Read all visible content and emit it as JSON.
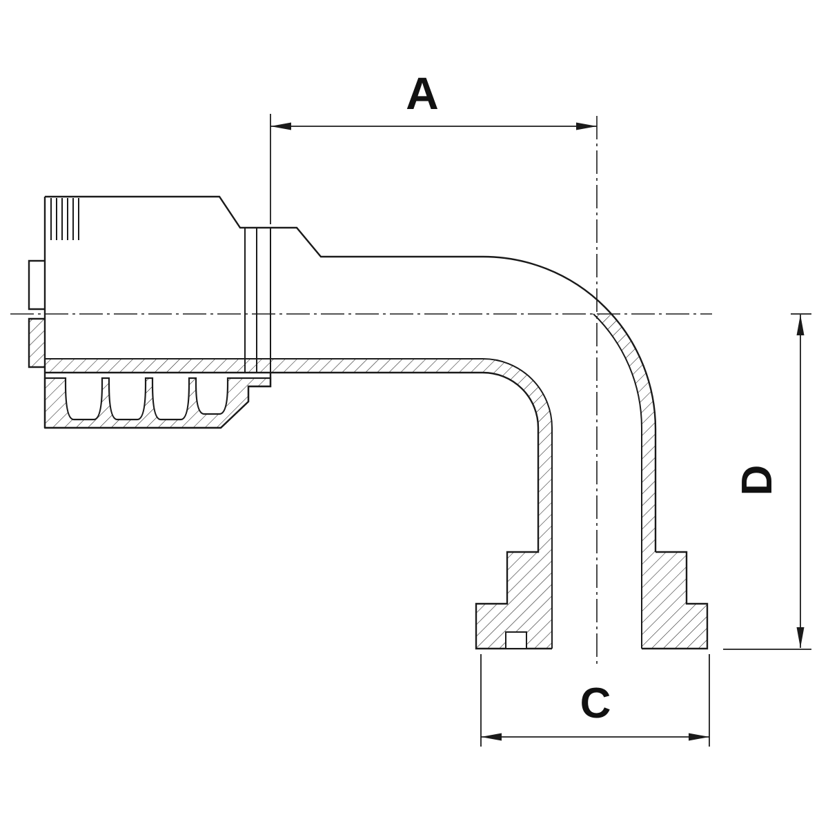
{
  "colors": {
    "background": "#ffffff",
    "line": "#1a1a1a",
    "text": "#111111"
  },
  "drawing": {
    "kind": "technical-section-drawing"
  },
  "dimensions": {
    "a": {
      "label": "A"
    },
    "c": {
      "label": "C"
    },
    "d": {
      "label": "D"
    }
  }
}
